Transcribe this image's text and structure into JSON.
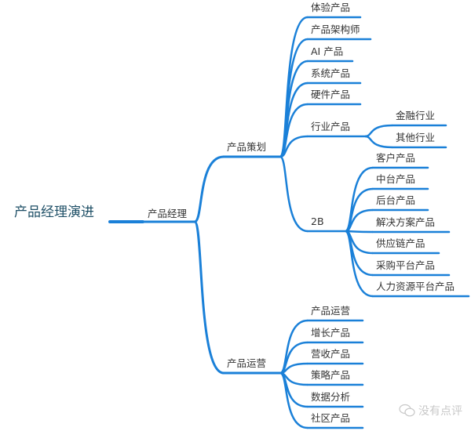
{
  "root": "产品经理演进",
  "pm": "产品经理",
  "planning": {
    "label": "产品策划",
    "children": [
      "体验产品",
      "产品架构师",
      "AI 产品",
      "系统产品",
      "硬件产品"
    ],
    "industry": {
      "label": "行业产品",
      "children": [
        "金融行业",
        "其他行业"
      ]
    },
    "tob": {
      "label": "2B",
      "children": [
        "客户产品",
        "中台产品",
        "后台产品",
        "解决方案产品",
        "供应链产品",
        "采购平台产品",
        "人力资源平台产品"
      ]
    }
  },
  "operations": {
    "label": "产品运营",
    "children": [
      "产品运营",
      "增长产品",
      "营收产品",
      "策略产品",
      "数据分析",
      "社区产品"
    ]
  },
  "watermark": "没有点评",
  "colors": {
    "line": "#1a80d8",
    "text": "#333333"
  }
}
